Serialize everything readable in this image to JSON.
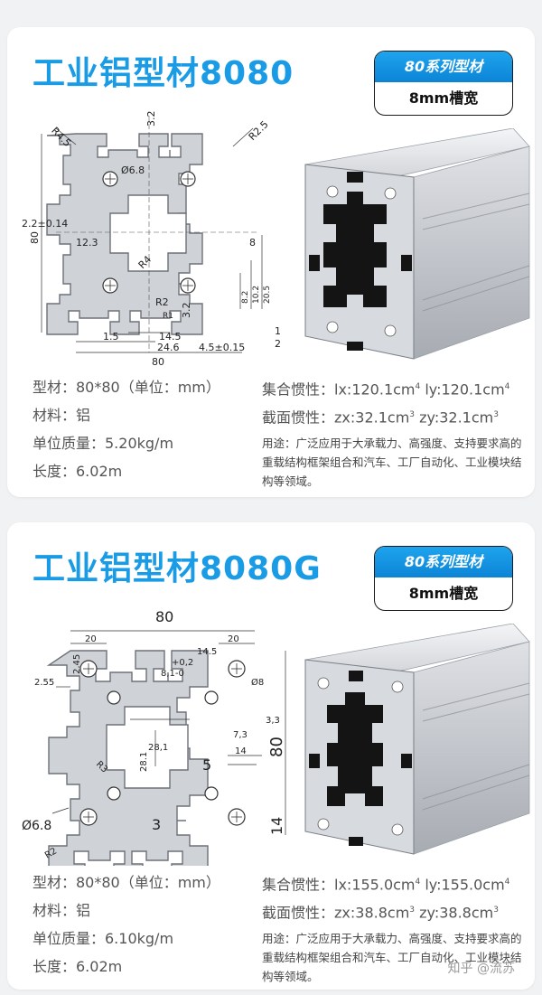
{
  "products": [
    {
      "title": "工业铝型材8080",
      "series_badge": "80系列型材",
      "slot_badge": "8mm槽宽",
      "dimensions": {
        "r45": "R4.5",
        "d32": "3.2",
        "r25": "R2.5",
        "d68": "Ø6.8",
        "d22": "2.2±0.14",
        "v80": "80",
        "d123": "12.3",
        "r4": "R4",
        "d8": "8",
        "r2": "R2",
        "r1": "R1",
        "d32b": "3.2",
        "d82": "8.2",
        "d102": "10.2",
        "d205": "20.5",
        "d15": "1.5",
        "d145": "14.5",
        "d246": "24.6",
        "d45": "4.5±0.15",
        "d1": "1",
        "d2": "2",
        "h80": "80"
      },
      "specs": {
        "model": "型材：80*80（单位：mm）",
        "material": "材料：铝",
        "weight": "单位质量：5.20kg/m",
        "length": "长度：6.02m",
        "inertia_label": "集合惯性：",
        "inertia_x": "lx:120.1cm",
        "inertia_y": "ly:120.1cm",
        "section_label": "截面惯性：",
        "section_x": "zx:32.1cm",
        "section_y": "zy:32.1cm",
        "sup4": "4",
        "sup3": "3",
        "usage": "用途：广泛应用于大承载力、高强度、支持要求高的重载结构框架组合和汽车、工厂自动化、工业模块结构等领域。"
      }
    },
    {
      "title": "工业铝型材8080G",
      "series_badge": "80系列型材",
      "slot_badge": "8mm槽宽",
      "dimensions": {
        "h80": "80",
        "d20a": "20",
        "d20b": "20",
        "d145": "14.5",
        "tol": "+0,2",
        "d81": "8,1-0",
        "d245": "2.45",
        "d255": "2.55",
        "d8": "Ø8",
        "d33": "3,3",
        "d73": "7,3",
        "d14a": "14",
        "d281a": "28,1",
        "d281b": "28.1",
        "r3": "R3",
        "d5": "5",
        "v80": "80",
        "d68": "Ø6.8",
        "d3": "3",
        "d14b": "14",
        "r2": "R2"
      },
      "specs": {
        "model": "型材：80*80（单位：mm）",
        "material": "材料：铝",
        "weight": "单位质量：6.10kg/m",
        "length": "长度：6.02m",
        "inertia_label": "集合惯性：",
        "inertia_x": "lx:155.0cm",
        "inertia_y": "ly:155.0cm",
        "section_label": "截面惯性：",
        "section_x": "zx:38.8cm",
        "section_y": "zy:38.8cm",
        "sup4": "4",
        "sup3": "3",
        "usage": "用途：广泛应用于大承载力、高强度、支持要求高的重载结构框架组合和汽车、工厂自动化、工业模块结构等领域。"
      }
    }
  ],
  "watermark": "知乎 @流苏",
  "colors": {
    "title": "#1a9be6",
    "badge": "#1a9be6",
    "profile_fill": "#cfd3d8",
    "profile_stroke": "#6d7178"
  }
}
